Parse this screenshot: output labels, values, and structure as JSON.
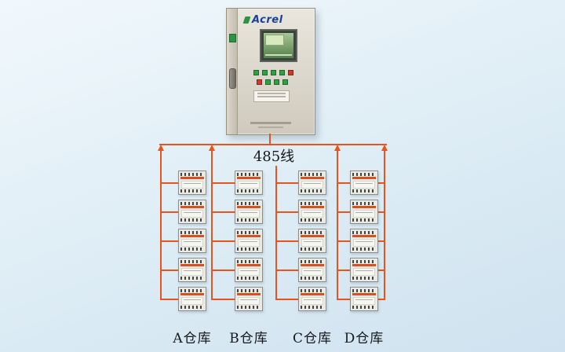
{
  "scene": {
    "background_top": "#f1f8fc",
    "background_bottom": "#cfe2ef"
  },
  "cabinet": {
    "brand": "Acrel",
    "body_color": "#ddd9cf",
    "screen_color": "#6f9c5e",
    "logo_color": "#1b3f9e",
    "indicator_rows": [
      [
        "#2fa043",
        "#2fa043",
        "#2fa043",
        "#2fa043",
        "#d03a2a"
      ],
      [
        "#d03a2a",
        "#2fa043",
        "#2fa043",
        "#2fa043"
      ]
    ]
  },
  "bus": {
    "label": "485线",
    "color": "#e8541e"
  },
  "device": {
    "band_color": "#d65020",
    "per_column": 5
  },
  "columns": [
    {
      "id": "A",
      "label": "A仓库"
    },
    {
      "id": "B",
      "label": "B仓库"
    },
    {
      "id": "C",
      "label": "C仓库"
    },
    {
      "id": "D",
      "label": "D仓库"
    }
  ]
}
